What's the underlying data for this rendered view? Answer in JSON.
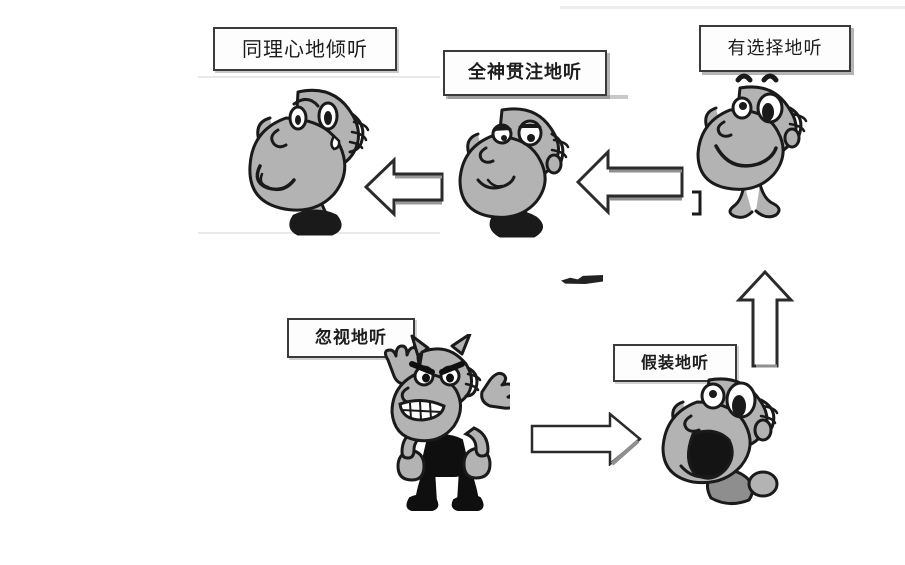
{
  "slide": {
    "title_text": "",
    "background_color": "#ffffff",
    "ink_color": "#1d1d1d",
    "figure_fill_color": "#b3b3b3",
    "figure_outline_color": "#1a1a1a",
    "arrow_fill_color": "#ffffff",
    "arrow_outline_color": "#2b2b2b",
    "box_border_color": "#3a3a3a"
  },
  "labels": [
    {
      "id": "empathic-listening",
      "text": "同理心地倾听"
    },
    {
      "id": "attentive-listening",
      "text": "全神贯注地听"
    },
    {
      "id": "selective-listening",
      "text": "有选择地听"
    },
    {
      "id": "ignoring-listening",
      "text": "忽视地听"
    },
    {
      "id": "pretend-listening",
      "text": "假装地听"
    }
  ],
  "figures": [
    {
      "id": "crying-face",
      "expression": "sad-crying",
      "icon": "crying-face-icon"
    },
    {
      "id": "calm-face",
      "expression": "calm-focused",
      "icon": "calm-face-icon"
    },
    {
      "id": "smiling-face",
      "expression": "smiling",
      "icon": "smiling-face-icon"
    },
    {
      "id": "angry-figure",
      "expression": "angry-fists",
      "icon": "angry-figure-icon"
    },
    {
      "id": "yawning-face",
      "expression": "open-mouth",
      "icon": "yawning-face-icon"
    }
  ],
  "arrows": [
    {
      "id": "arrow-attentive-to-empathic",
      "direction": "left",
      "icon": "arrow-left-icon"
    },
    {
      "id": "arrow-selective-to-attentive",
      "direction": "left",
      "icon": "arrow-left-icon"
    },
    {
      "id": "arrow-pretend-to-selective",
      "direction": "up",
      "icon": "arrow-up-icon"
    },
    {
      "id": "arrow-ignoring-to-pretend",
      "direction": "right",
      "icon": "arrow-right-icon"
    }
  ],
  "artifact": {
    "id": "stray-mark",
    "description": "scan-smudge"
  }
}
